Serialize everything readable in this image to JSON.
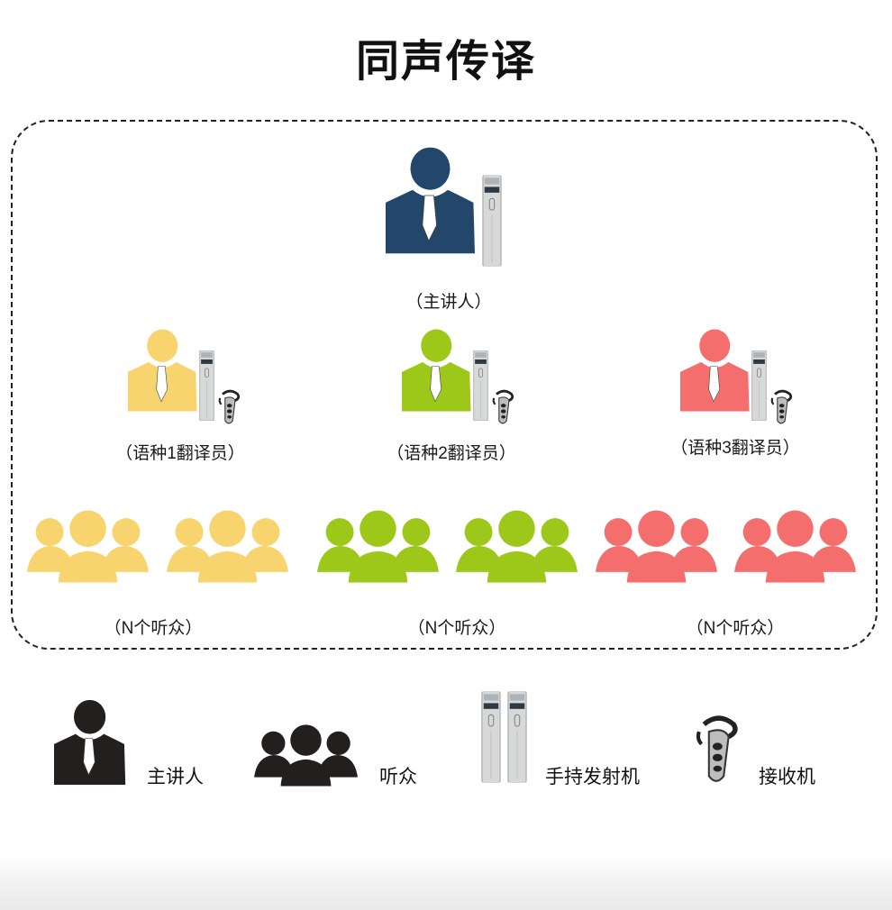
{
  "title": "同声传译",
  "colors": {
    "speaker": "#22476b",
    "group1": "#f7d46e",
    "group2": "#9dc81a",
    "group3": "#f46e6e",
    "legend": "#231f1f",
    "transmitter": "#d9dada",
    "receiver": "#2b2b2b"
  },
  "speaker": {
    "caption": "（主讲人）"
  },
  "interpreters": [
    {
      "caption": "（语种1翻译员）"
    },
    {
      "caption": "（语种2翻译员）"
    },
    {
      "caption": "（语种3翻译员）"
    }
  ],
  "audiences": [
    {
      "caption": "（N个听众）"
    },
    {
      "caption": "（N个听众）"
    },
    {
      "caption": "（N个听众）"
    }
  ],
  "legend": [
    {
      "label": "主讲人",
      "icon": "person-icon"
    },
    {
      "label": "听众",
      "icon": "audience-icon"
    },
    {
      "label": "手持发射机",
      "icon": "transmitter-icon"
    },
    {
      "label": "接收机",
      "icon": "receiver-icon"
    }
  ]
}
